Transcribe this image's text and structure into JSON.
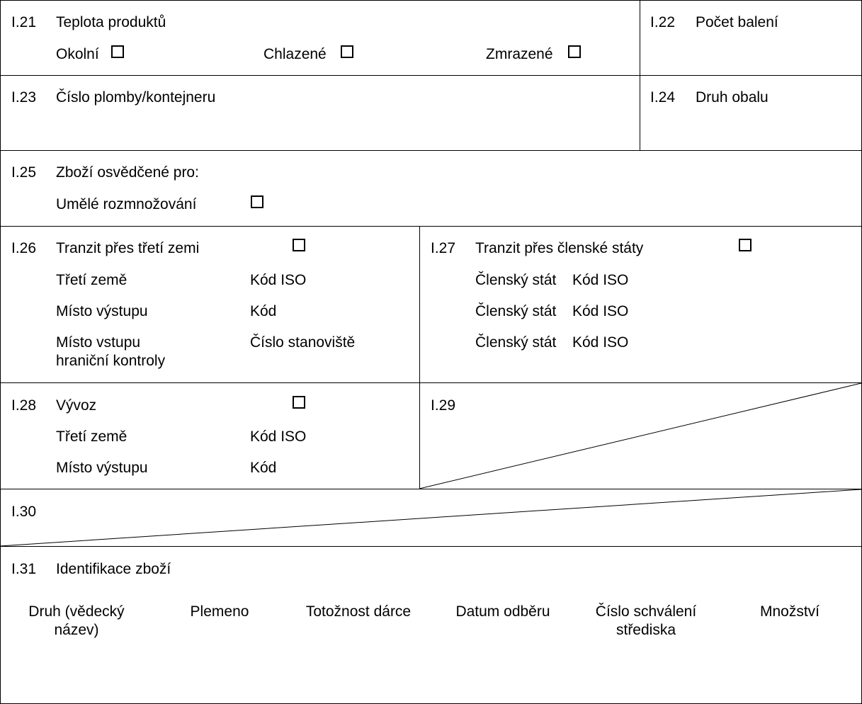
{
  "i21": {
    "num": "I.21",
    "title": "Teplota produktů",
    "options": [
      "Okolní",
      "Chlazené",
      "Zmrazené"
    ]
  },
  "i22": {
    "num": "I.22",
    "title": "Počet balení"
  },
  "i23": {
    "num": "I.23",
    "title": "Číslo plomby/kontejneru"
  },
  "i24": {
    "num": "I.24",
    "title": "Druh obalu"
  },
  "i25": {
    "num": "I.25",
    "title": "Zboží osvědčené pro:",
    "option": "Umělé rozmnožování"
  },
  "i26": {
    "num": "I.26",
    "title": "Tranzit přes třetí zemi",
    "rows": [
      {
        "left": "Třetí země",
        "right": "Kód ISO"
      },
      {
        "left": "Místo výstupu",
        "right": "Kód"
      },
      {
        "left": "Místo vstupu",
        "left2": "hraniční kontroly",
        "right": "Číslo stanoviště"
      }
    ]
  },
  "i27": {
    "num": "I.27",
    "title": "Tranzit přes členské státy",
    "rows": [
      {
        "left": "Členský stát",
        "right": "Kód ISO"
      },
      {
        "left": "Členský stát",
        "right": "Kód ISO"
      },
      {
        "left": "Členský stát",
        "right": "Kód ISO"
      }
    ]
  },
  "i28": {
    "num": "I.28",
    "title": "Vývoz",
    "rows": [
      {
        "left": "Třetí země",
        "right": "Kód ISO"
      },
      {
        "left": "Místo výstupu",
        "right": "Kód"
      }
    ]
  },
  "i29": {
    "num": "I.29"
  },
  "i30": {
    "num": "I.30"
  },
  "i31": {
    "num": "I.31",
    "title": "Identifikace zboží",
    "columns": [
      {
        "line1": "Druh (vědecký",
        "line2": "název)"
      },
      {
        "line1": "Plemeno",
        "line2": ""
      },
      {
        "line1": "Totožnost dárce",
        "line2": ""
      },
      {
        "line1": "Datum odběru",
        "line2": ""
      },
      {
        "line1": "Číslo schválení",
        "line2": "střediska"
      },
      {
        "line1": "Množství",
        "line2": ""
      }
    ]
  }
}
